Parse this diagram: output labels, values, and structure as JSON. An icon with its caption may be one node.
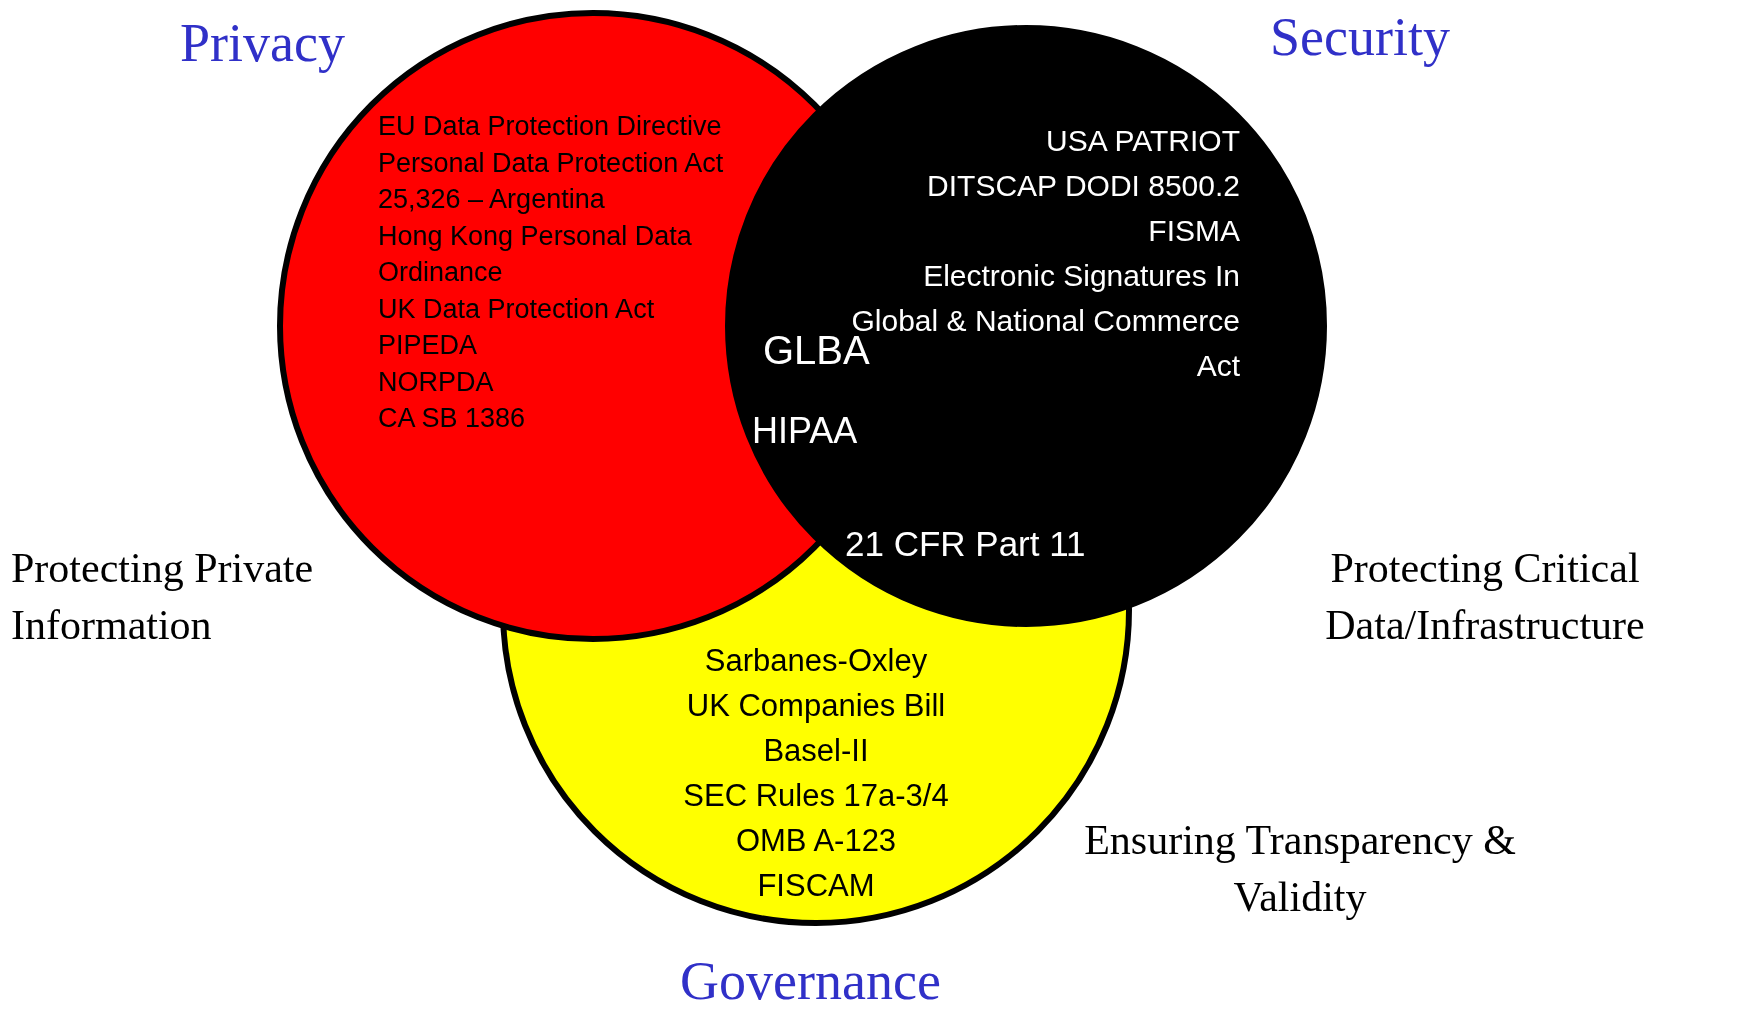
{
  "diagram": {
    "nodes": [
      {
        "text": [
          "Privacy",
          "EU Data Protection Directive",
          "Personal Data Protection Act 25,326 – Argentina",
          "Hong Kong Personal Data Ordinance",
          "UK Data Protection Act",
          "PIPEDA",
          "NORPDA",
          "CA SB 1386"
        ],
        "beside": [
          "Protecting Private Information"
        ]
      },
      {
        "text": [
          "Security",
          "USA PATRIOT",
          "DITSCAP DODI 8500.2",
          "FISMA",
          "Electronic Signatures In Global & National Commerce Act"
        ],
        "beside": [
          "Protecting Critical Data/Infrastructure"
        ]
      },
      {
        "text": [
          "Sarbanes-Oxley",
          "UK Companies Bill",
          "Basel-II",
          "SEC Rules 17a-3/4",
          "OMB A-123",
          "FISCAM",
          "Governance"
        ],
        "beside": [
          "Ensuring Transparency & Validity"
        ]
      }
    ],
    "labels": [
      "GLBA",
      "HIPAA",
      "21 CFR Part 11"
    ]
  }
}
